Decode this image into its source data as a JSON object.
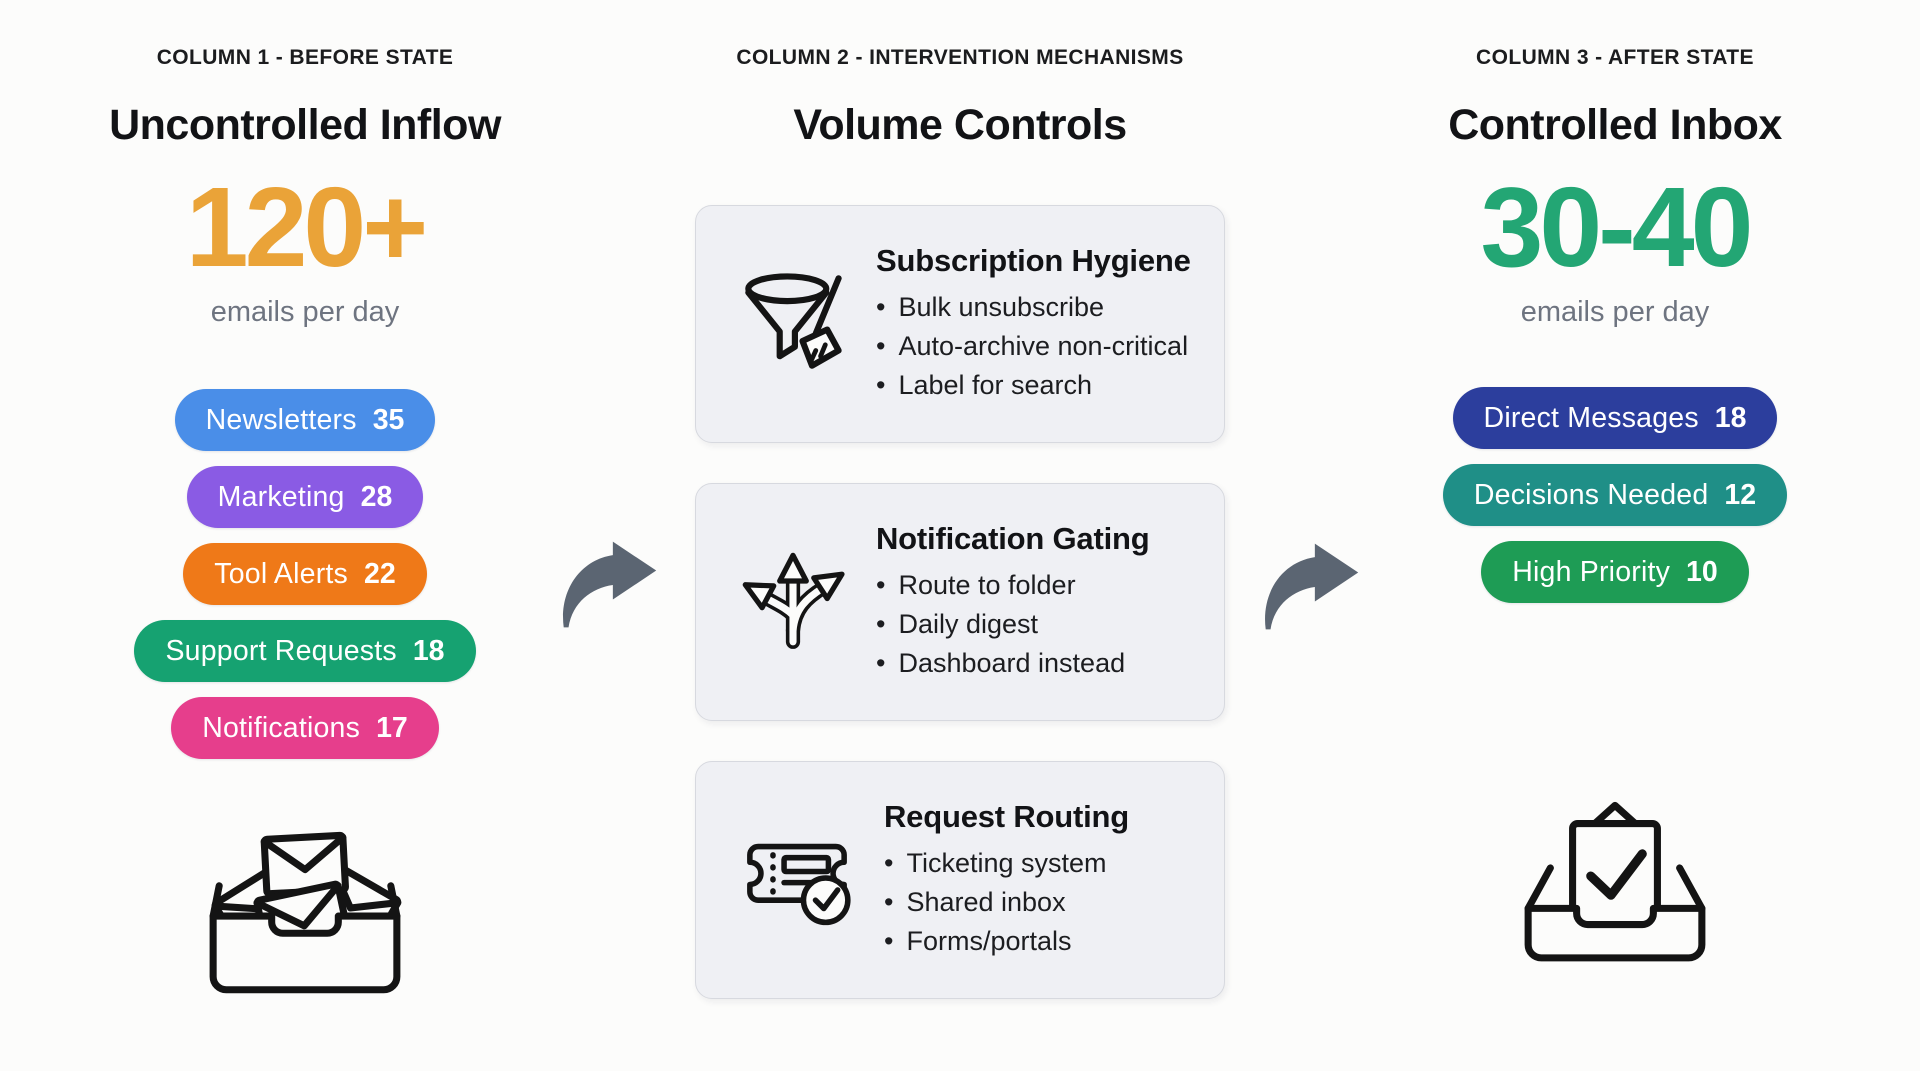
{
  "background": "#FCFCFB",
  "arrow": {
    "name": "curved-flow-arrow",
    "color": "#5B6572"
  },
  "columns": [
    {
      "kicker": "COLUMN 1 - BEFORE STATE",
      "title": "Uncontrolled Inflow",
      "metric": {
        "value": "120+",
        "color": "#EAA338",
        "caption": "emails per day"
      },
      "pills": [
        {
          "label": "Newsletters",
          "count": "35",
          "color": "#4A8EE8"
        },
        {
          "label": "Marketing",
          "count": "28",
          "color": "#8A5BE4"
        },
        {
          "label": "Tool Alerts",
          "count": "22",
          "color": "#EF7918"
        },
        {
          "label": "Support Requests",
          "count": "18",
          "color": "#16A271"
        },
        {
          "label": "Notifications",
          "count": "17",
          "color": "#E63E8C"
        }
      ],
      "icon": "overflowing-inbox-icon"
    },
    {
      "kicker": "COLUMN 2 - INTERVENTION MECHANISMS",
      "title": "Volume Controls",
      "cards": [
        {
          "title": "Subscription Hygiene",
          "icon": "funnel-broom-icon",
          "bullets": [
            "Bulk unsubscribe",
            "Auto-archive non-critical",
            "Label for search"
          ]
        },
        {
          "title": "Notification Gating",
          "icon": "branching-arrows-icon",
          "bullets": [
            "Route to folder",
            "Daily digest",
            "Dashboard instead"
          ]
        },
        {
          "title": "Request Routing",
          "icon": "ticket-check-icon",
          "bullets": [
            "Ticketing system",
            "Shared inbox",
            "Forms/portals"
          ]
        }
      ]
    },
    {
      "kicker": "COLUMN 3 - AFTER STATE",
      "title": "Controlled Inbox",
      "metric": {
        "value": "30-40",
        "color": "#23A674",
        "caption": "emails per day"
      },
      "pills": [
        {
          "label": "Direct Messages",
          "count": "18",
          "color": "#2C3E9D"
        },
        {
          "label": "Decisions Needed",
          "count": "12",
          "color": "#1F8F87"
        },
        {
          "label": "High Priority",
          "count": "10",
          "color": "#1E9C55"
        }
      ],
      "icon": "inbox-check-icon"
    }
  ]
}
